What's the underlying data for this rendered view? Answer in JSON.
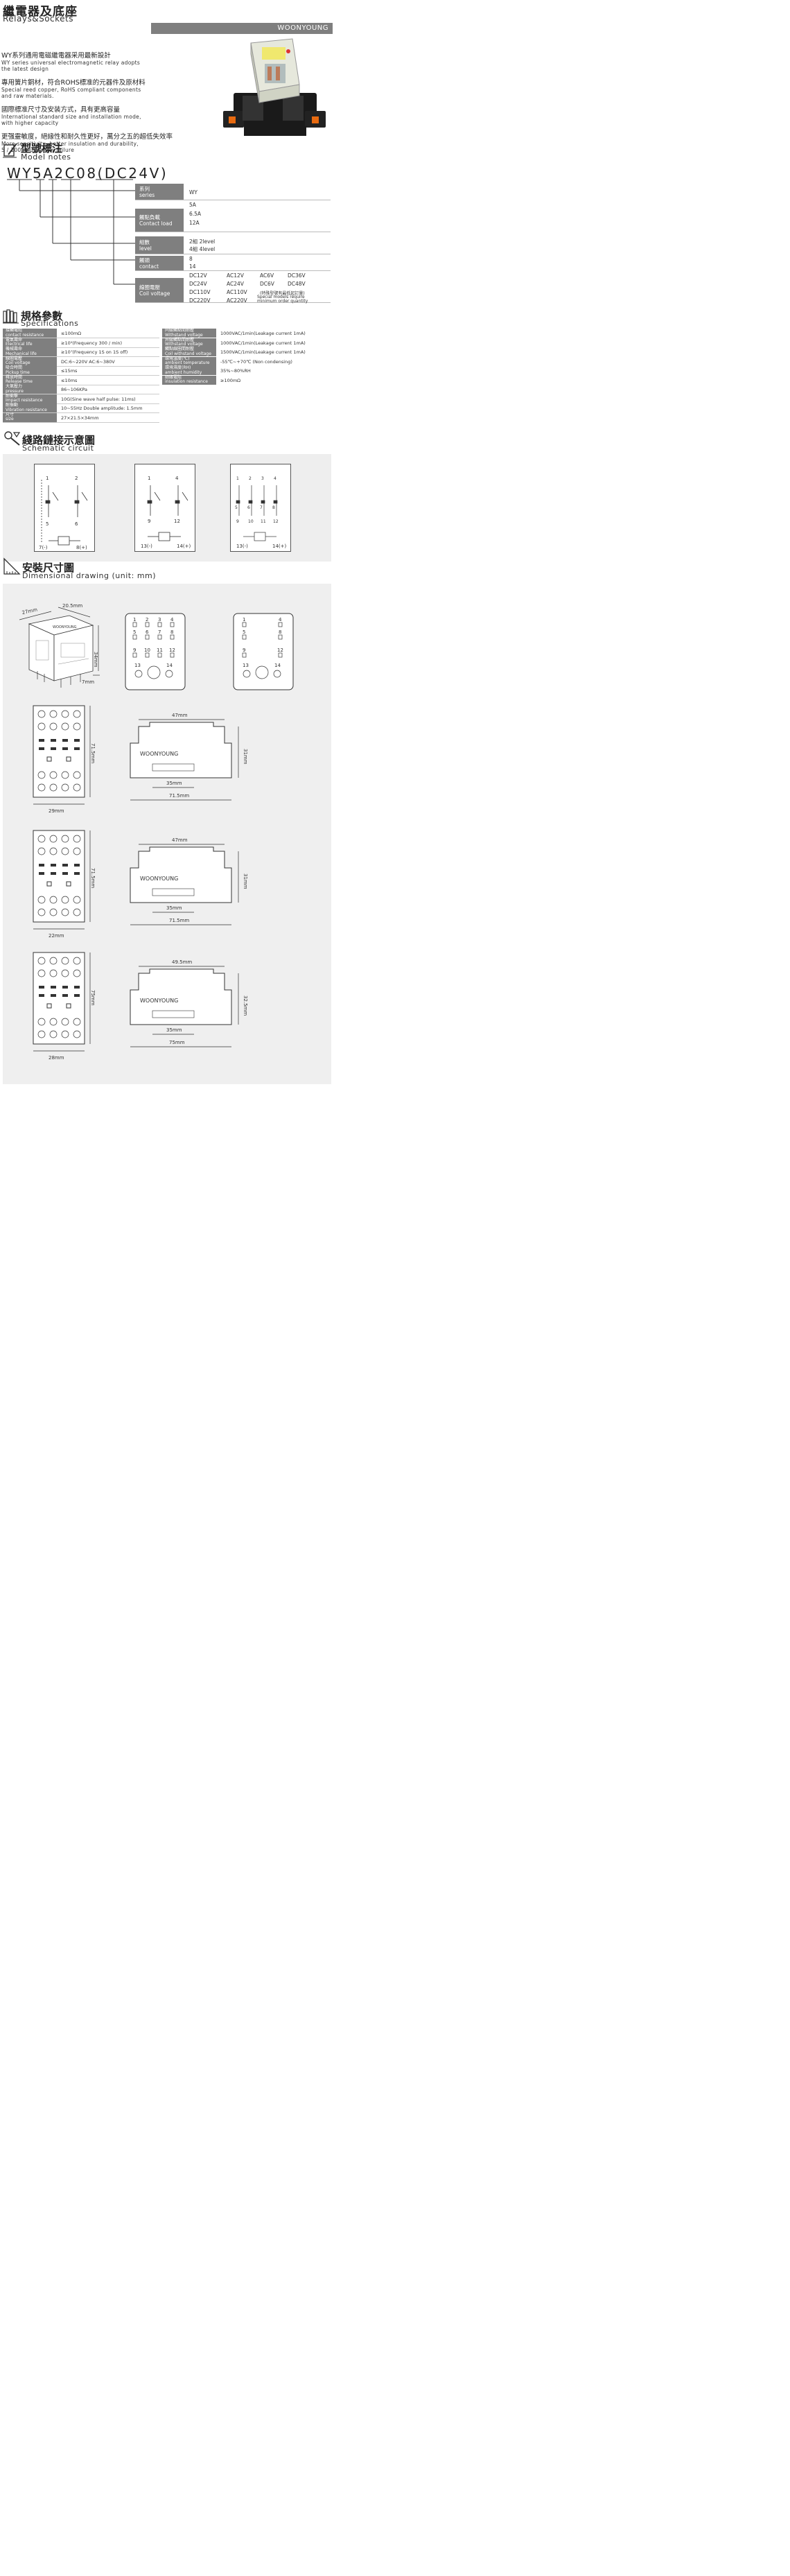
{
  "header": {
    "title": "繼電器及底座",
    "subtitle": "Relays&Sockets",
    "brand": "WOONYOUNG"
  },
  "features": [
    {
      "zh": "WY系列通用電磁繼電器采用最新設計",
      "en": [
        "WY series universal electromagnetic relay adopts",
        "the latest design"
      ]
    },
    {
      "zh": "專用簧片銅材，符合ROHS標准的元器件及原材料",
      "en": [
        "Special reed copper, RoHS compliant components",
        "and raw materials."
      ]
    },
    {
      "zh": "國際標准尺寸及安装方式，具有更高容量",
      "en": [
        "International standard size and installation mode,",
        "with higher capacity"
      ]
    },
    {
      "zh": "更强靈敏度，絕緣性和耐久性更好，萬分之五的超低失效率",
      "en": [
        "More sensitivity, better insulation and durability,",
        "5 / 10000 ultra low failure"
      ]
    }
  ],
  "model": {
    "title_zh": "型號標注",
    "title_en": "Model notes",
    "code": "WY5A2C08(DC24V)",
    "rows": [
      {
        "zh": "系列",
        "en": "series",
        "values": [
          "WY"
        ]
      },
      {
        "zh": "觸點負載",
        "en": "Contact load",
        "values": [
          "5A",
          "6.5A",
          "12A"
        ]
      },
      {
        "zh": "組數",
        "en": "level",
        "values": [
          "2組 2level",
          "4組 4level"
        ]
      },
      {
        "zh": "觸頭",
        "en": "contact",
        "values": [
          "8",
          "14"
        ]
      },
      {
        "zh": "線圈電壓",
        "en": "Coil voltage",
        "grid": [
          [
            "DC12V",
            "AC12V",
            "AC6V",
            "DC36V"
          ],
          [
            "DC24V",
            "AC24V",
            "DC6V",
            "DC48V"
          ],
          [
            "DC110V",
            "AC110V",
            "(特殊型號有最低起訂量)",
            ""
          ],
          [
            "DC220V",
            "AC220V",
            "",
            ""
          ]
        ],
        "note_en": [
          "Special models require",
          "minimum order quantity"
        ]
      }
    ]
  },
  "specs": {
    "title_zh": "規格參數",
    "title_en": "Specifications",
    "left": [
      {
        "zh": "接觸電阻",
        "en": "contact resistance",
        "value": "≤100mΩ"
      },
      {
        "zh": "電氣壽命",
        "en": "Electrical life",
        "value": "≥10⁵(Frequency 300 / min)"
      },
      {
        "zh": "機械壽命",
        "en": "Mechanical life",
        "value": "≥10⁷(Frequency 1S on 1S off)"
      },
      {
        "zh": "線圈電壓",
        "en": "Coil voltage",
        "value": "DC:6~220V AC:6~380V"
      },
      {
        "zh": "吸合時間",
        "en": "Pickup time",
        "value": "≤15ms"
      },
      {
        "zh": "釋放時間",
        "en": "Release time",
        "value": "≤10ms"
      },
      {
        "zh": "大氣壓力",
        "en": "pressure",
        "value": "86~106KPa"
      },
      {
        "zh": "耐衝擊",
        "en": "Impact resistance",
        "value": "10G(Sine wave half pulse: 11ms)"
      },
      {
        "zh": "耐振動",
        "en": "Vibration resistance",
        "value": "10~55Hz Double amplitude: 1.5mm"
      },
      {
        "zh": "尺寸",
        "en": "size",
        "value": "27×21.5×34mm"
      }
    ],
    "right": [
      {
        "zh": "同級觸點間耐壓",
        "en": "Withstand voltage",
        "value": "1000VAC/1min(Leakage current 1mA)"
      },
      {
        "zh": "异級觸點間耐壓",
        "en": "Withstand voltage",
        "value": "1000VAC/1min(Leakage current 1mA)"
      },
      {
        "zh": "觸點線圈間耐壓",
        "en": "Coil withstand voltage",
        "value": "1500VAC/1min(Leakage current 1mA)"
      },
      {
        "zh": "環境溫度(℃)",
        "en": "ambient temperature",
        "value": "-55℃~+70℃ (Non condensing)"
      },
      {
        "zh": "環境濕度(RH)",
        "en": "ambient humidity",
        "value": "35%~80%RH"
      },
      {
        "zh": "絕緣電阻",
        "en": "insulation resistance",
        "value": "≥100mΩ"
      }
    ]
  },
  "schematic": {
    "title_zh": "綫路鏈接示意圖",
    "title_en": "Schematic circuit",
    "c1": {
      "top": [
        "1",
        "2"
      ],
      "mid": [
        "5",
        "6"
      ],
      "bot": [
        "7(-)",
        "8(+)"
      ]
    },
    "c2": {
      "top": [
        "1",
        "4"
      ],
      "mid": [
        "9",
        "12"
      ],
      "bot": [
        "13(-)",
        "14(+)"
      ]
    },
    "c3": {
      "top": [
        "1",
        "2",
        "3",
        "4"
      ],
      "mid": [
        "5",
        "6",
        "7",
        "8"
      ],
      "mid2": [
        "9",
        "10",
        "11",
        "12"
      ],
      "bot": [
        "13(-)",
        "14(+)"
      ]
    }
  },
  "dimensional": {
    "title_zh": "安裝尺寸圖",
    "title_en": "Dimensional drawing (unit: mm)",
    "relay": {
      "d1": "27mm",
      "d2": "20.5mm",
      "d3": "34mm",
      "d4": "7mm",
      "brand": "WOONYOUNG"
    },
    "pins_a": [
      "1",
      "2",
      "3",
      "4",
      "5",
      "6",
      "7",
      "8",
      "9",
      "10",
      "11",
      "12",
      "13",
      "14"
    ],
    "pins_b": [
      "1",
      "4",
      "5",
      "8",
      "9",
      "12",
      "13",
      "14"
    ],
    "sockets": [
      {
        "height": "71.5mm",
        "width": "29mm",
        "top": "47mm",
        "side": "31mm",
        "inner": "35mm",
        "length": "71.5mm",
        "brand": "WOONYOUNG"
      },
      {
        "height": "71.5mm",
        "width": "22mm",
        "top": "47mm",
        "side": "31mm",
        "inner": "35mm",
        "length": "71.5mm",
        "brand": "WOONYOUNG"
      },
      {
        "height": "75mm",
        "width": "28mm",
        "top": "49.5mm",
        "side": "32.5mm",
        "inner": "35mm",
        "length": "75mm",
        "brand": "WOONYOUNG"
      }
    ]
  }
}
